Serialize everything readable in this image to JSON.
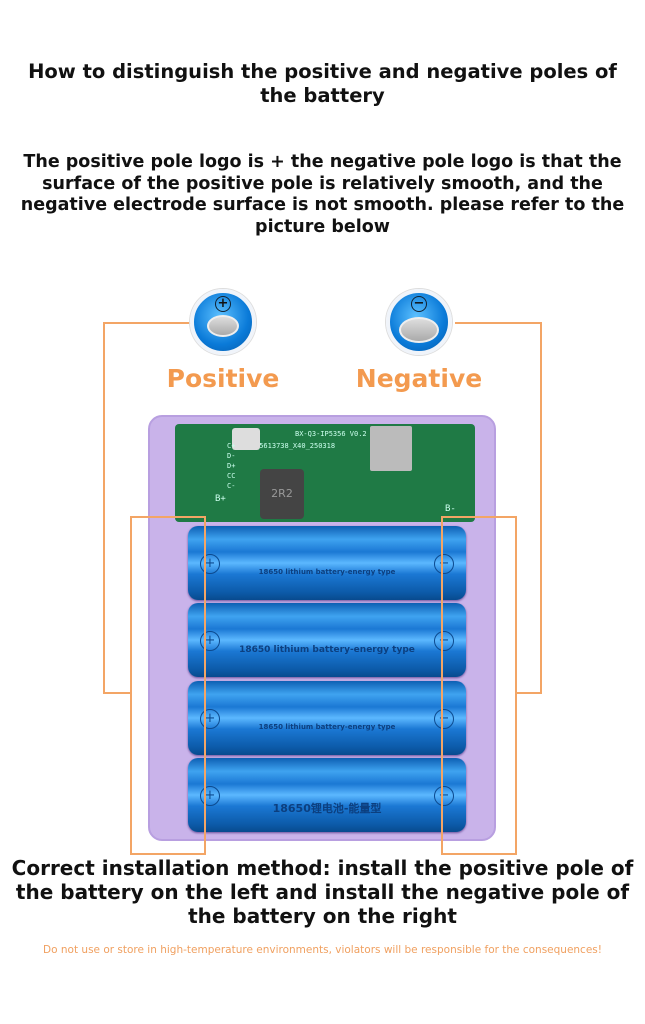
{
  "title": "How to distinguish the positive and negative poles of the battery",
  "description": "The positive pole logo is + the negative pole logo is that the surface of the positive pole is relatively smooth, and the negative electrode surface is not smooth. please refer to the picture below",
  "poles": {
    "positive_label": "Positive",
    "negative_label": "Negative",
    "positive_sign": "+",
    "negative_sign": "−"
  },
  "pcb": {
    "model": "BX-Q3-IP5356 V0.2",
    "code": "35613738_X40_250318",
    "inductor": "2R2",
    "pins": [
      "C+",
      "D-",
      "D+",
      "CC",
      "C-"
    ],
    "b_plus": "B+",
    "b_minus": "B-"
  },
  "batteries": [
    {
      "label": "18650 lithium battery-energy type"
    },
    {
      "label": "18650 lithium battery-energy type"
    },
    {
      "label": "18650 lithium battery-energy type"
    },
    {
      "label": "18650锂电池-能量型"
    }
  ],
  "instruction": "Correct installation method: install the positive pole of the battery on the left and install the negative pole of the battery on the right",
  "warning": "Do not use or store in high-temperature environments, violators will be responsible for the consequences!",
  "colors": {
    "accent": "#f39a4f",
    "battery": "#1b78d4",
    "case": "#c9b3ea"
  }
}
